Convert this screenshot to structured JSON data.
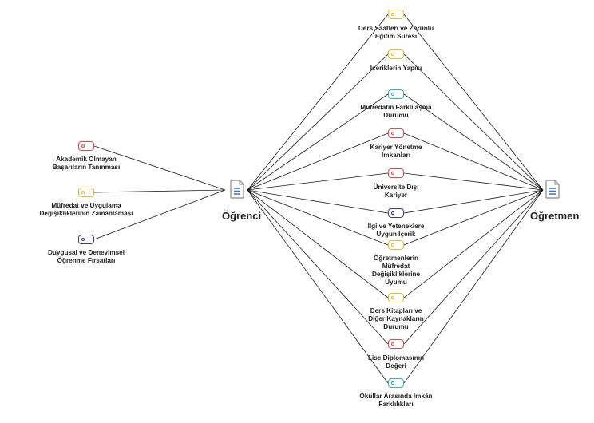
{
  "hubs": {
    "student": {
      "label": "Öğrenci",
      "icon": "document-icon"
    },
    "teacher": {
      "label": "Öğretmen",
      "icon": "document-icon"
    }
  },
  "left_nodes": [
    {
      "label": "Akademik Olmayan\nBaşarıların Tanınması",
      "color": "#e04a4a"
    },
    {
      "label": "Müfredat ve Uygulama\nDeğişikliklerinin Zamanlaması",
      "color": "#e8b830"
    },
    {
      "label": "Duygusal ve Deneyimsel\nÖğrenme Fırsatları",
      "color": "#3d3a8c"
    }
  ],
  "center_nodes": [
    {
      "label": "Ders Saatleri ve Zorunlu\nEğitim Süresi",
      "color": "#e8b830"
    },
    {
      "label": "İçeriklerin Yapısı",
      "color": "#e8b830"
    },
    {
      "label": "Müfredatın Farklılaşma\nDurumu",
      "color": "#3ab0b4"
    },
    {
      "label": "Kariyer Yönetme\nİmkanları",
      "color": "#e04a4a"
    },
    {
      "label": "Üniversite Dışı\nKariyer",
      "color": "#e04a4a"
    },
    {
      "label": "İlgi ve Yeteneklere\nUygun İçerik",
      "color": "#3d3a8c"
    },
    {
      "label": "Öğretmenlerin\nMüfredat\nDeğişikliklerine\nUyumu",
      "color": "#e8b830"
    },
    {
      "label": "Ders Kitapları ve\nDiğer Kaynakların\nDurumu",
      "color": "#e8b830"
    },
    {
      "label": "Lise Diplomasının\nDeğeri",
      "color": "#e04a4a"
    },
    {
      "label": "Okullar Arasında İmkân\nFarklılıkları",
      "color": "#3ab0b4"
    }
  ]
}
